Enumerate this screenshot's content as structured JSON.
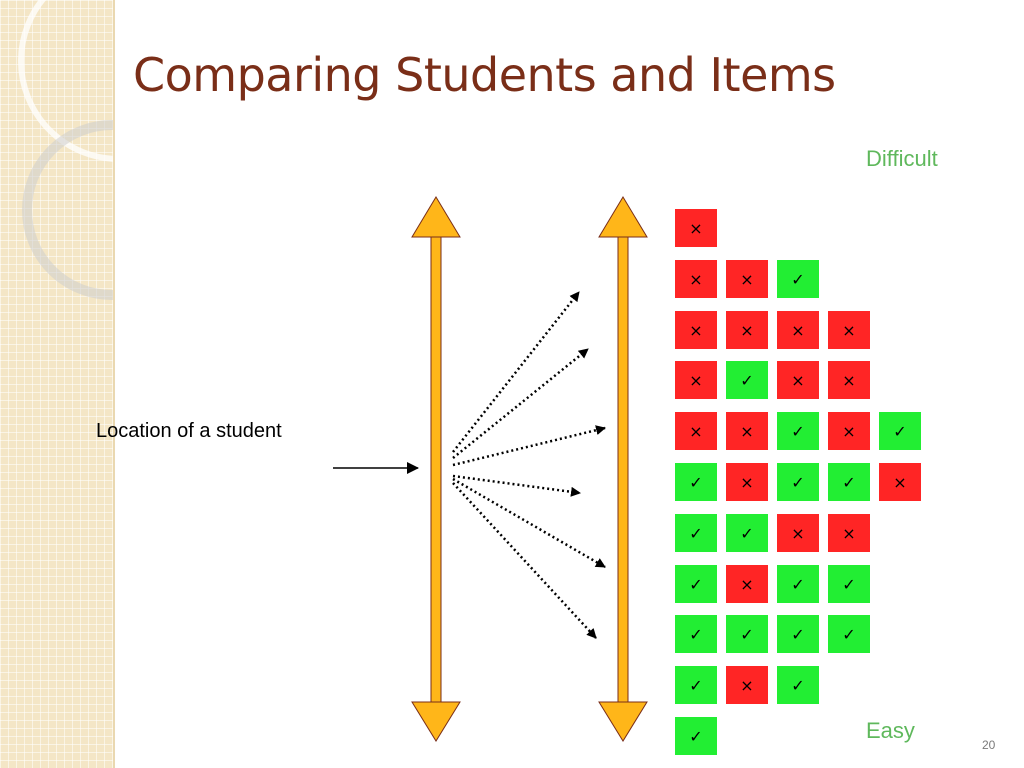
{
  "slide": {
    "title": "Comparing Students and Items",
    "label_top": "Difficult",
    "label_bottom": "Easy",
    "student_label": "Location of a student",
    "page_number": "20"
  },
  "colors": {
    "title": "#7a2e18",
    "axis_label": "#5fb85c",
    "arrow_fill": "#ffb619",
    "correct": "#22ee33",
    "incorrect": "#ff2525"
  },
  "symbols": {
    "correct": "✓",
    "incorrect": "×"
  },
  "response_grid": [
    [
      "x"
    ],
    [
      "x",
      "x",
      "c"
    ],
    [
      "x",
      "x",
      "x",
      "x"
    ],
    [
      "x",
      "c",
      "x",
      "x"
    ],
    [
      "x",
      "x",
      "c",
      "x",
      "c"
    ],
    [
      "c",
      "x",
      "c",
      "c",
      "x"
    ],
    [
      "c",
      "c",
      "x",
      "x"
    ],
    [
      "c",
      "x",
      "c",
      "c"
    ],
    [
      "c",
      "c",
      "c",
      "c"
    ],
    [
      "c",
      "x",
      "c"
    ],
    [
      "c"
    ]
  ]
}
